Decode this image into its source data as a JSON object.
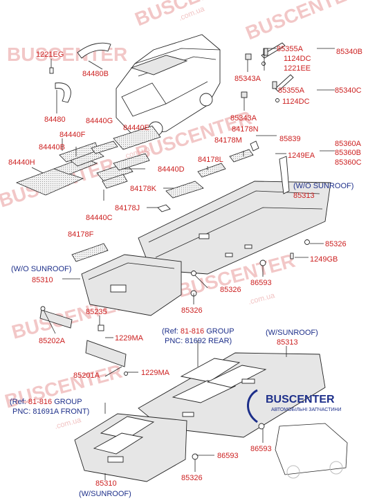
{
  "watermark": {
    "brand": "BUSCENTER",
    "domain": ".com.ua"
  },
  "logo": {
    "name": "BUSCENTER",
    "subtitle": "АВТОМОБІЛЬНІ ЗАПЧАСТИНИ"
  },
  "notes": {
    "wo_sunroof_right": "(W/O SUNROOF)",
    "wo_sunroof_left": "(W/O SUNROOF)",
    "w_sunroof_right": "(W/SUNROOF)",
    "w_sunroof_bottom": "(W/SUNROOF)",
    "ref_rear_line1_a": "(Ref: ",
    "ref_rear_line1_b": "81-816",
    "ref_rear_line1_c": " GROUP",
    "ref_rear_line2": "PNC: 81692 REAR)",
    "ref_front_line1_a": "(Ref: ",
    "ref_front_line1_b": "81-816",
    "ref_front_line1_c": " GROUP",
    "ref_front_line2": "PNC: 81691A FRONT)"
  },
  "labels": {
    "p1221EG": "1221EG",
    "p84480B": "84480B",
    "p84480": "84480",
    "p85355A_1": "85355A",
    "p1124DC_1": "1124DC",
    "p1221EE": "1221EE",
    "p85340B": "85340B",
    "p85343A_1": "85343A",
    "p85355A_2": "85355A",
    "p85340C": "85340C",
    "p1124DC_2": "1124DC",
    "p85343A_2": "85343A",
    "p84178N": "84178N",
    "p84178M": "84178M",
    "p85839": "85839",
    "p1249EA": "1249EA",
    "p85360A": "85360A",
    "p85360B": "85360B",
    "p85360C": "85360C",
    "p84440G": "84440G",
    "p84440E": "84440E",
    "p84440F": "84440F",
    "p84440B": "84440B",
    "p84440H": "84440H",
    "p84440D": "84440D",
    "p84178L": "84178L",
    "p84178K": "84178K",
    "p84178J": "84178J",
    "p84440C": "84440C",
    "p85313_1": "85313",
    "p84178F": "84178F",
    "p85326_1": "85326",
    "p1249GB": "1249GB",
    "p85310_1": "85310",
    "p85326_2": "85326",
    "p86593_1": "86593",
    "p85326_3": "85326",
    "p85235": "85235",
    "p85202A": "85202A",
    "p1229MA_1": "1229MA",
    "p85201A": "85201A",
    "p1229MA_2": "1229MA",
    "p85313_2": "85313",
    "p86593_2": "86593",
    "p86593_3": "86593",
    "p85326_4": "85326",
    "p85310_2": "85310"
  }
}
